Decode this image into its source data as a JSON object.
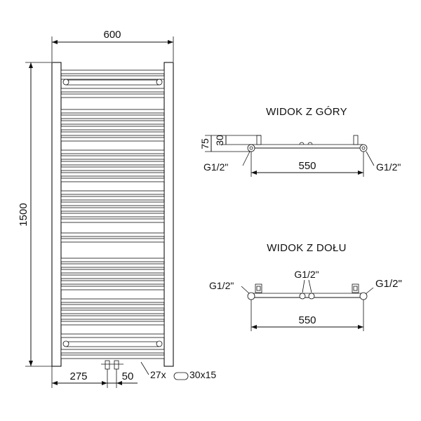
{
  "front_view": {
    "width_label": "600",
    "height_label": "1500",
    "pipe_offset_label": "275",
    "pipe_spacing_label": "50",
    "tubes_label": "27x",
    "tube_size_label": "30x15"
  },
  "top_view": {
    "title": "WIDOK Z GÓRY",
    "depth_outer_label": "75",
    "depth_inner_label": "30",
    "connection_left_label": "G1/2\"",
    "connection_right_label": "G1/2\"",
    "spacing_label": "550"
  },
  "bottom_view": {
    "title": "WIDOK Z DOŁU",
    "connection_left_label": "G1/2\"",
    "connection_center_label": "G1/2\"",
    "connection_right_label": "G1/2\"",
    "spacing_label": "550"
  }
}
